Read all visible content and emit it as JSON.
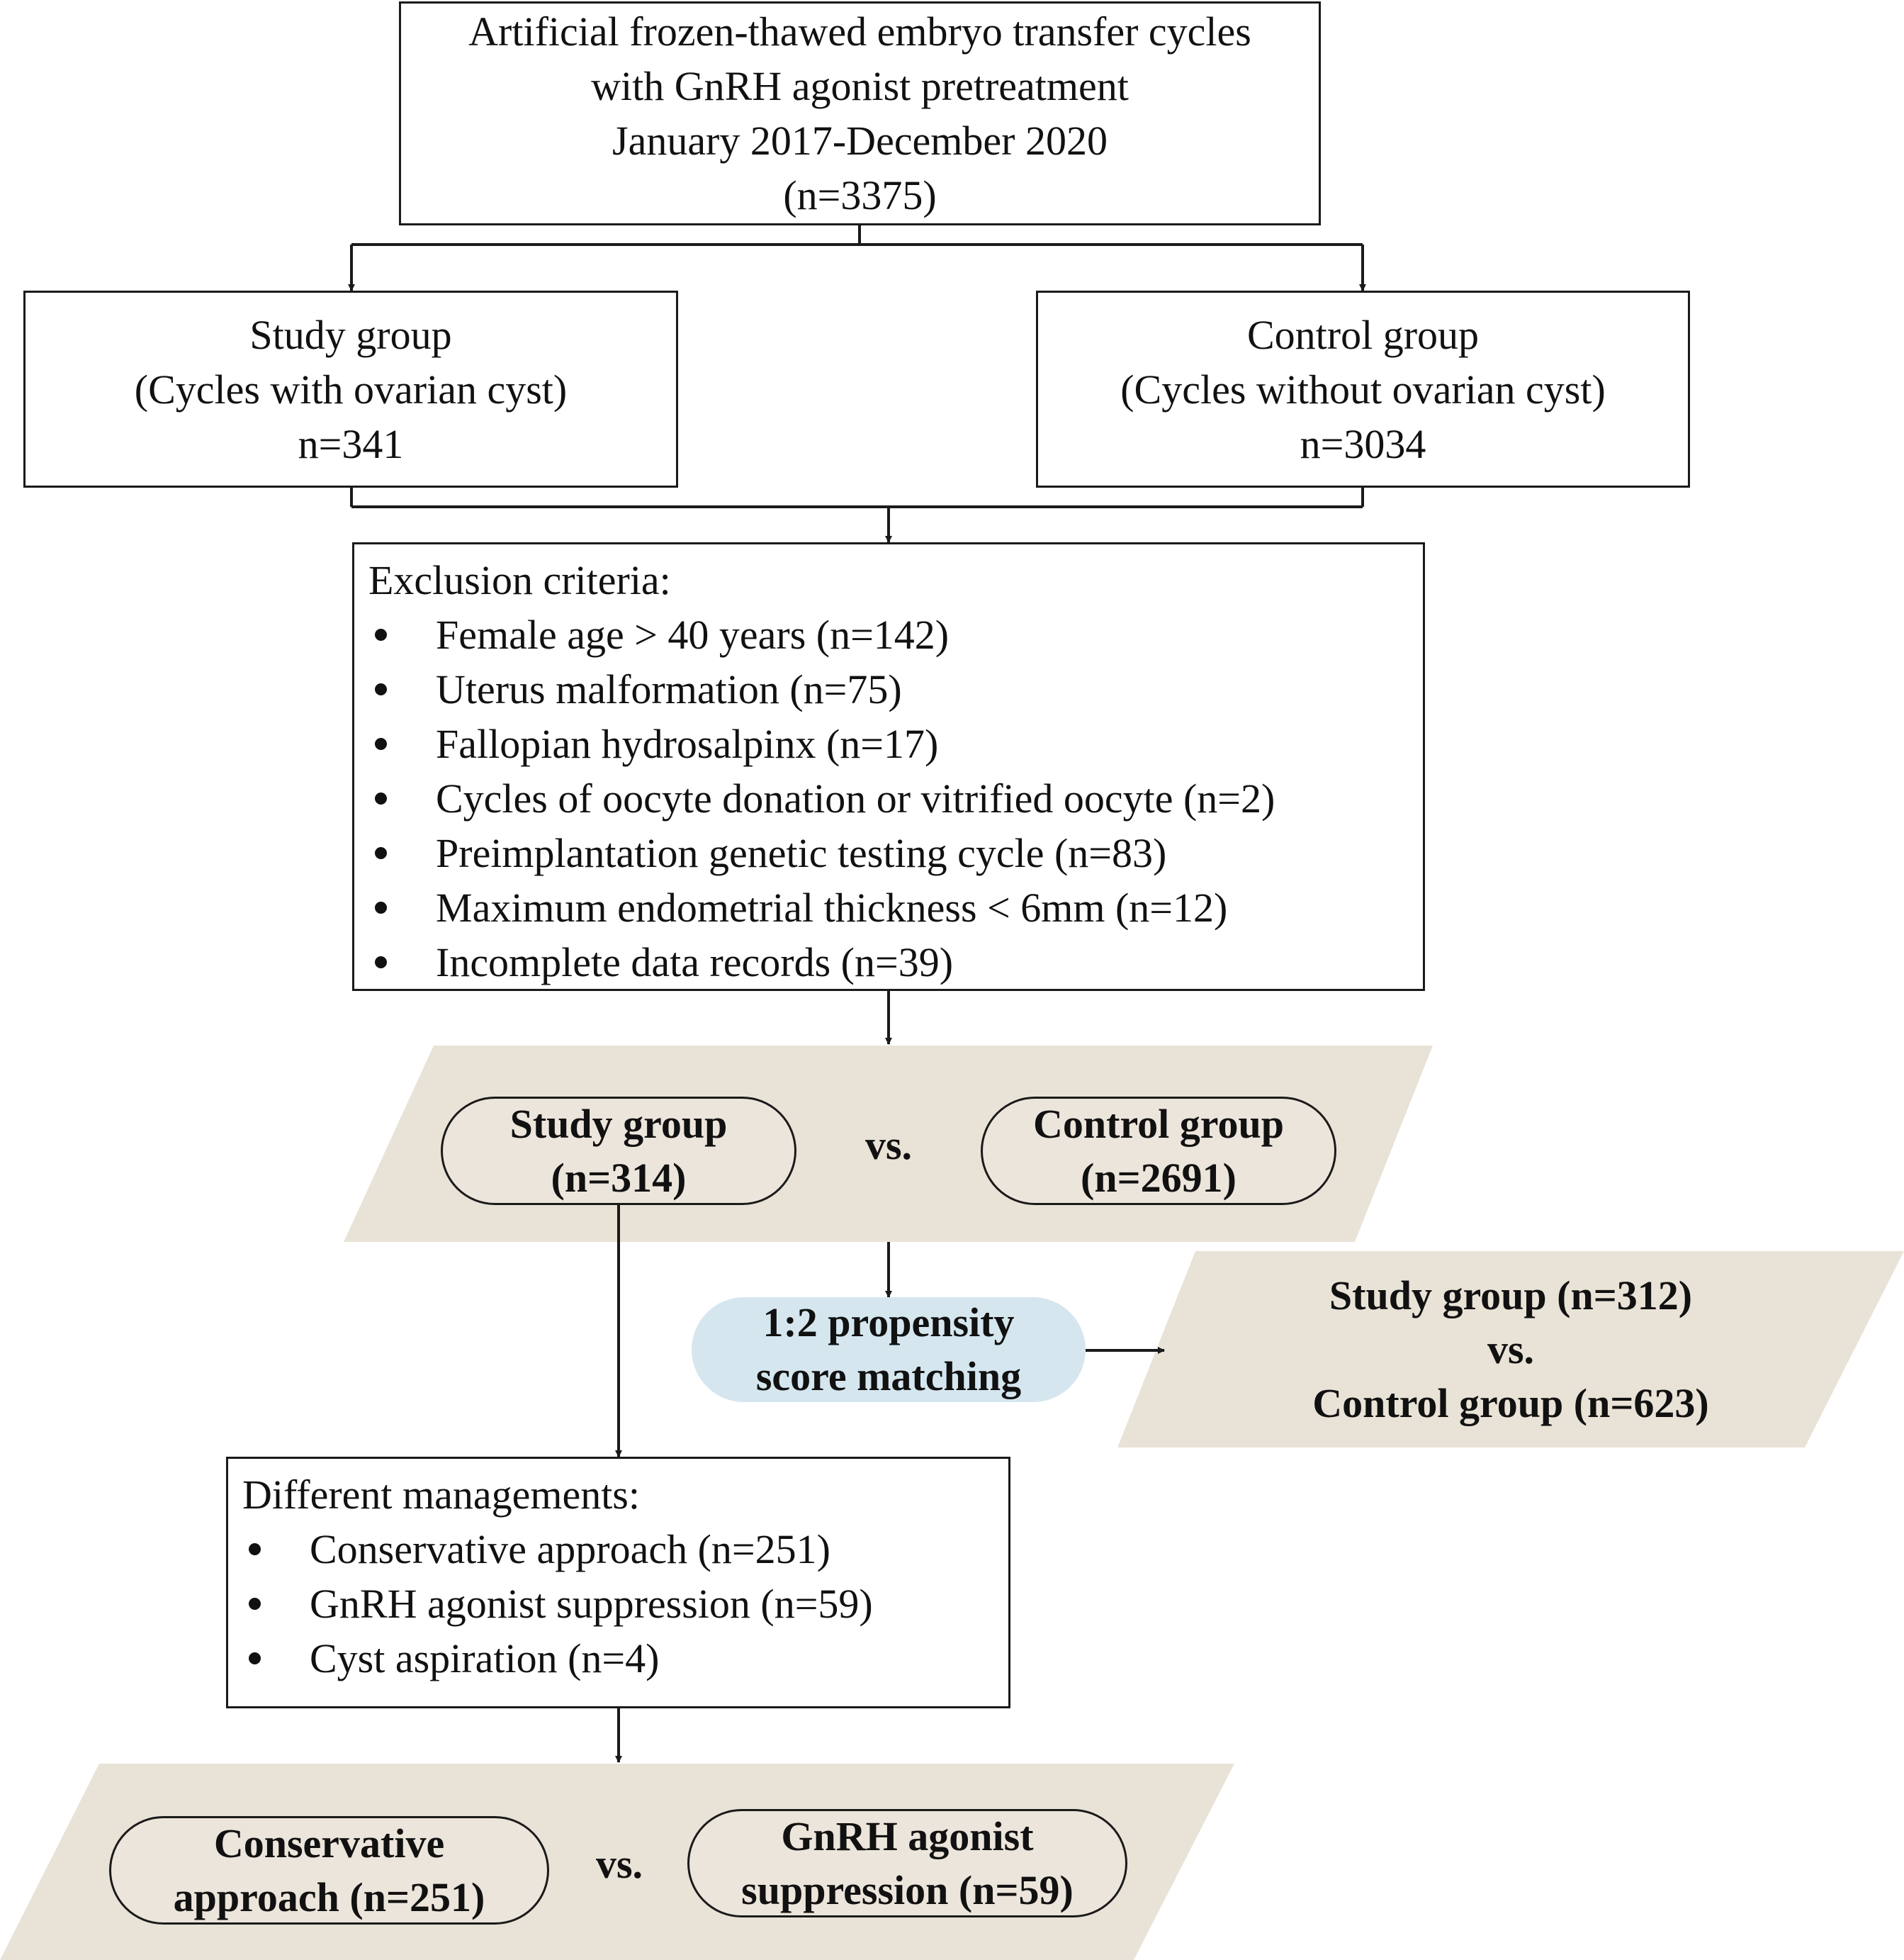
{
  "top_box": {
    "lines": [
      "Artificial frozen-thawed embryo transfer cycles",
      "with GnRH agonist pretreatment",
      "January 2017-December 2020",
      "(n=3375)"
    ]
  },
  "study_box": {
    "lines": [
      "Study group",
      "(Cycles with ovarian cyst)",
      "n=341"
    ]
  },
  "control_box": {
    "lines": [
      "Control group",
      "(Cycles without ovarian cyst)",
      "n=3034"
    ]
  },
  "exclusion": {
    "heading": "Exclusion criteria:",
    "items": [
      "Female age > 40 years (n=142)",
      "Uterus malformation (n=75)",
      "Fallopian hydrosalpinx (n=17)",
      "Cycles of oocyte donation or vitrified oocyte (n=2)",
      "Preimplantation genetic testing cycle (n=83)",
      "Maximum endometrial thickness < 6mm  (n=12)",
      "Incomplete data records (n=39)"
    ]
  },
  "comparison_1": {
    "left": [
      "Study group",
      "(n=314)"
    ],
    "vs": "vs.",
    "right": [
      "Control group",
      "(n=2691)"
    ]
  },
  "psm": {
    "lines": [
      "1:2 propensity",
      "score matching"
    ]
  },
  "matched": {
    "lines": [
      "Study group (n=312)",
      "vs.",
      "Control group (n=623)"
    ]
  },
  "managements": {
    "heading": "Different managements:",
    "items": [
      "Conservative approach (n=251)",
      "GnRH agonist suppression (n=59)",
      "Cyst aspiration (n=4)"
    ]
  },
  "comparison_2": {
    "left": [
      "Conservative",
      "approach (n=251)"
    ],
    "vs": "vs.",
    "right": [
      "GnRH agonist",
      "suppression (n=59)"
    ]
  },
  "colors": {
    "parallelogram_fill": "#e9e3d7",
    "pill_fill": "#ece5db",
    "psm_fill": "#d5e6ef",
    "line": "#1a1a1a"
  }
}
